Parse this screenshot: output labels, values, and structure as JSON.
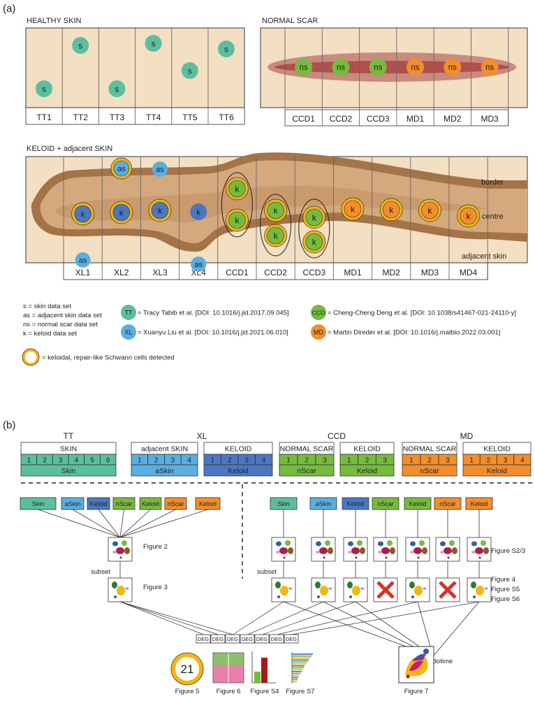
{
  "panel_a": {
    "label": "(a)",
    "healthy_title": "HEALTHY SKIN",
    "healthy_lanes": [
      "TT1",
      "TT2",
      "TT3",
      "TT4",
      "TT5",
      "TT6"
    ],
    "healthy_dot": "s",
    "scar_title": "NORMAL SCAR",
    "scar_lanes": [
      "CCD1",
      "CCD2",
      "CCD3",
      "MD1",
      "MD2",
      "MD3"
    ],
    "scar_dot": "ns",
    "keloid_title": "KELOID + adjacent SKIN",
    "keloid_lanes": [
      "XL1",
      "XL2",
      "XL3",
      "XL4",
      "CCD1",
      "CCD2",
      "CCD3",
      "MD1",
      "MD2",
      "MD3",
      "MD4"
    ],
    "keloid_dot": "k",
    "adjacent_dot": "as",
    "region_labels": [
      "border",
      "centre",
      "adjacent skin"
    ],
    "legend_left": [
      "s = skin data set",
      "as = adjacent skin data set",
      "ns = normal scar data set",
      "k = keloid data set"
    ],
    "legend_refs": [
      {
        "abbr": "TT",
        "text": "= Tracy Tabib et al. [DOI: 10.1016/j.jid.2017.09.045]"
      },
      {
        "abbr": "CCD",
        "text": "= Cheng-Cheng Deng et al. [DOI: 10.1038/s41467-021-24110-y]"
      },
      {
        "abbr": "XL",
        "text": "= Xuanyu Liu et al. [DOI: 10.1016/j.jid.2021.06.010]"
      },
      {
        "abbr": "MD",
        "text": "= Martin Direder et al. [DOI: 10.1016/j.matbio.2022.03.001]"
      }
    ],
    "legend_ring": "= keloidal, repair-like Schwann cells detected"
  },
  "panel_b": {
    "label": "(b)",
    "groups": [
      {
        "title": "TT",
        "subs": [
          {
            "label": "SKIN",
            "nums": [
              "1",
              "2",
              "3",
              "4",
              "5",
              "6"
            ],
            "name": "Skin",
            "color": "teal"
          }
        ]
      },
      {
        "title": "XL",
        "subs": [
          {
            "label": "adjacent SKIN",
            "nums": [
              "1",
              "2",
              "3",
              "4"
            ],
            "name": "aSkin",
            "color": "lightblue"
          },
          {
            "label": "KELOID",
            "nums": [
              "1",
              "2",
              "3",
              "4"
            ],
            "name": "Keloid",
            "color": "blue"
          }
        ]
      },
      {
        "title": "CCD",
        "subs": [
          {
            "label": "NORMAL SCAR",
            "nums": [
              "1",
              "2",
              "3"
            ],
            "name": "nScar",
            "color": "green"
          },
          {
            "label": "KELOID",
            "nums": [
              "1",
              "2",
              "3"
            ],
            "name": "Keloid",
            "color": "green"
          }
        ]
      },
      {
        "title": "MD",
        "subs": [
          {
            "label": "NORMAL SCAR",
            "nums": [
              "1",
              "2",
              "3"
            ],
            "name": "nScar",
            "color": "orange"
          },
          {
            "label": "KELOID",
            "nums": [
              "1",
              "2",
              "3",
              "4"
            ],
            "name": "Keloid",
            "color": "orange"
          }
        ]
      }
    ],
    "chips": [
      "Skin",
      "aSkin",
      "Keloid",
      "nScar",
      "Keloid",
      "nScar",
      "Keloid"
    ],
    "chip_colors": [
      "teal",
      "lightblue",
      "blue",
      "green",
      "green",
      "orange",
      "orange"
    ],
    "fig2": "Figure 2",
    "fig3": "Figure 3",
    "subset": "subset",
    "figs_right_top": "Figure S2/3",
    "figs_right_bottom": [
      "Figure 4",
      "Figure S5",
      "Figure S6"
    ],
    "deg": "DEG",
    "pseudotime": "Pseudotime",
    "circle_number": "21",
    "bottom_figs": [
      "Figure 5",
      "Figure 6",
      "Figure S4",
      "Figure S7",
      "Figure 7"
    ]
  },
  "colors": {
    "teal": "#5bbf9f",
    "lightblue": "#5aaee0",
    "blue": "#4a78c0",
    "green": "#76bb3e",
    "orange": "#f28e2b",
    "skin": "#f3dfc2",
    "tissue": "#d3a97d",
    "rim": "#a47348",
    "scar": "#b5554f",
    "ring": "#f5b514"
  }
}
